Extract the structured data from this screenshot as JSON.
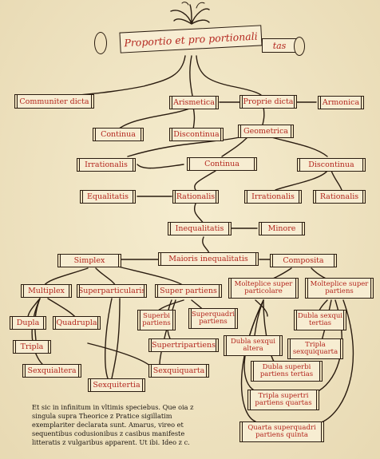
{
  "title": {
    "main": "Proportio et pro portionali",
    "tail": "tas"
  },
  "nodes": {
    "communiter_dicta": "Communiter dicta",
    "arismetica": "Arismetica",
    "proprie_dicta": "Proprie dicta",
    "armonica": "Armonica",
    "continua_1": "Continua",
    "discontinua_1": "Discontinua",
    "geometrica": "Geometrica",
    "irrationalis_1": "Irrationalis",
    "continua_2": "Continua",
    "discontinua_2": "Discontinua",
    "equalitatis": "Equalitatis",
    "rationalis_1": "Rationalis",
    "irrationalis_2": "Irrationalis",
    "rationalis_2": "Rationalis",
    "inequalitatis": "Inequalitatis",
    "minore": "Minore",
    "simplex": "Simplex",
    "maioris_inequalitatis": "Maioris inequalitatis",
    "composita": "Composita",
    "multiplex": "Multiplex",
    "superparticularis": "Superparticularis",
    "super_partiens": "Super partiens",
    "multiplice_superparticulare": "Molteplice super particolare",
    "multiplice_superpartiens": "Molteplice super partiens",
    "dupla": "Dupla",
    "quadrupla": "Quadrupla",
    "tripla": "Tripla",
    "sexquialtera": "Sexquialtera",
    "sexquitertia": "Sexquitertia",
    "superbipartiens": "Superbi partiens",
    "superquadripartiens": "Superquadri partiens",
    "supertripartiens": "Supertripartiens",
    "sexquiquarta": "Sexquiquarta",
    "dupla_sexquitertias": "Dubla sexqui tertias",
    "dupla_sexquialtera": "Dubla sexqui altera",
    "tripla_sexquiquarta": "Tripla sexquiquarta",
    "dupla_superbipartiens_tertias": "Dubla superbi partiens tertias",
    "tripla_supertripartiens_quartas": "Tripla supertri partiens quartas",
    "quarta_superquadripartiens_quinta": "Quarta superquadri partiens quinta"
  },
  "caption": "Et sic in infinitum in vltimis speciebus. Que oia z singula supra Theorice z Pratice sigillatim exemplariter declarata sunt. Amarus, vireo et sequentibus codusionibus z casibus manifeste litteratis z vulgaribus apparent. Ut ibi. Ideo z c."
}
